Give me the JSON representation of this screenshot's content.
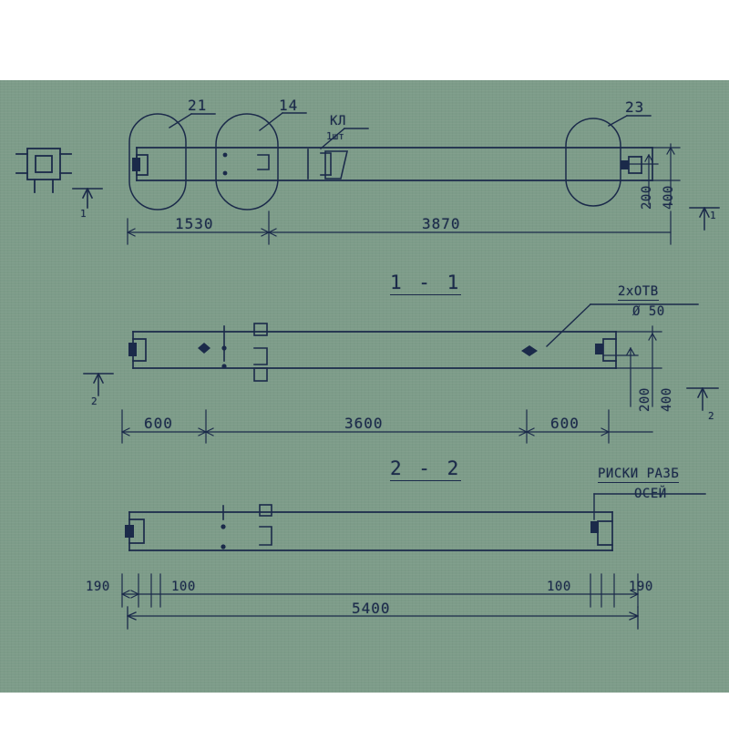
{
  "sheet": {
    "background": "#7d9c89",
    "ink": "#1b2a4a",
    "title": "Reinforced concrete beam shop drawing"
  },
  "views": [
    {
      "id": "view-plan-top",
      "name": "top-plan-view",
      "callouts": [
        "21",
        "14",
        "23"
      ],
      "weld_note": {
        "line1": "КЛ",
        "line2": "1шт"
      },
      "dimensions_horizontal": [
        "1530",
        "3870"
      ],
      "dimensions_vertical": [
        "200",
        "400"
      ],
      "section_marks": [
        "1",
        "1"
      ]
    },
    {
      "id": "view-section-1-1",
      "name": "section-1-1-view",
      "label": "1 - 1",
      "hole_note": {
        "line1": "2хОТВ",
        "line2": "Ø 50"
      },
      "dimensions_horizontal": [
        "600",
        "3600",
        "600"
      ],
      "dimensions_vertical": [
        "200",
        "400"
      ],
      "section_marks": [
        "2",
        "2"
      ]
    },
    {
      "id": "view-section-2-2",
      "name": "section-2-2-view",
      "label": "2 - 2",
      "axis_note": {
        "line1": "РИСКИ РАЗБ",
        "line2": "ОСЕЙ"
      },
      "dimensions_horizontal": [
        "190",
        "100",
        "100",
        "190"
      ],
      "total_length": "5400"
    }
  ],
  "detail": {
    "name": "cross-section-detail",
    "section_mark": "1"
  },
  "labels": {
    "c21": "21",
    "c14": "14",
    "c23": "23",
    "kl": "КЛ",
    "kl_qty": "1шт",
    "d1530": "1530",
    "d3870": "3870",
    "v200_a": "200",
    "v400_a": "400",
    "sec11": "1 - 1",
    "otv": "2хОТВ",
    "otv_dia": "Ø 50",
    "d600_l": "600",
    "d3600": "3600",
    "d600_r": "600",
    "v200_b": "200",
    "v400_b": "400",
    "sec22": "2 - 2",
    "riski": "РИСКИ РАЗБ",
    "osei": "ОСЕЙ",
    "d190_l": "190",
    "d100_l": "100",
    "d100_r": "100",
    "d190_r": "190",
    "total": "5400",
    "mark1_top": "1",
    "mark1_right": "1",
    "mark2_left": "2",
    "mark2_right": "2",
    "detail_mark": "1"
  }
}
